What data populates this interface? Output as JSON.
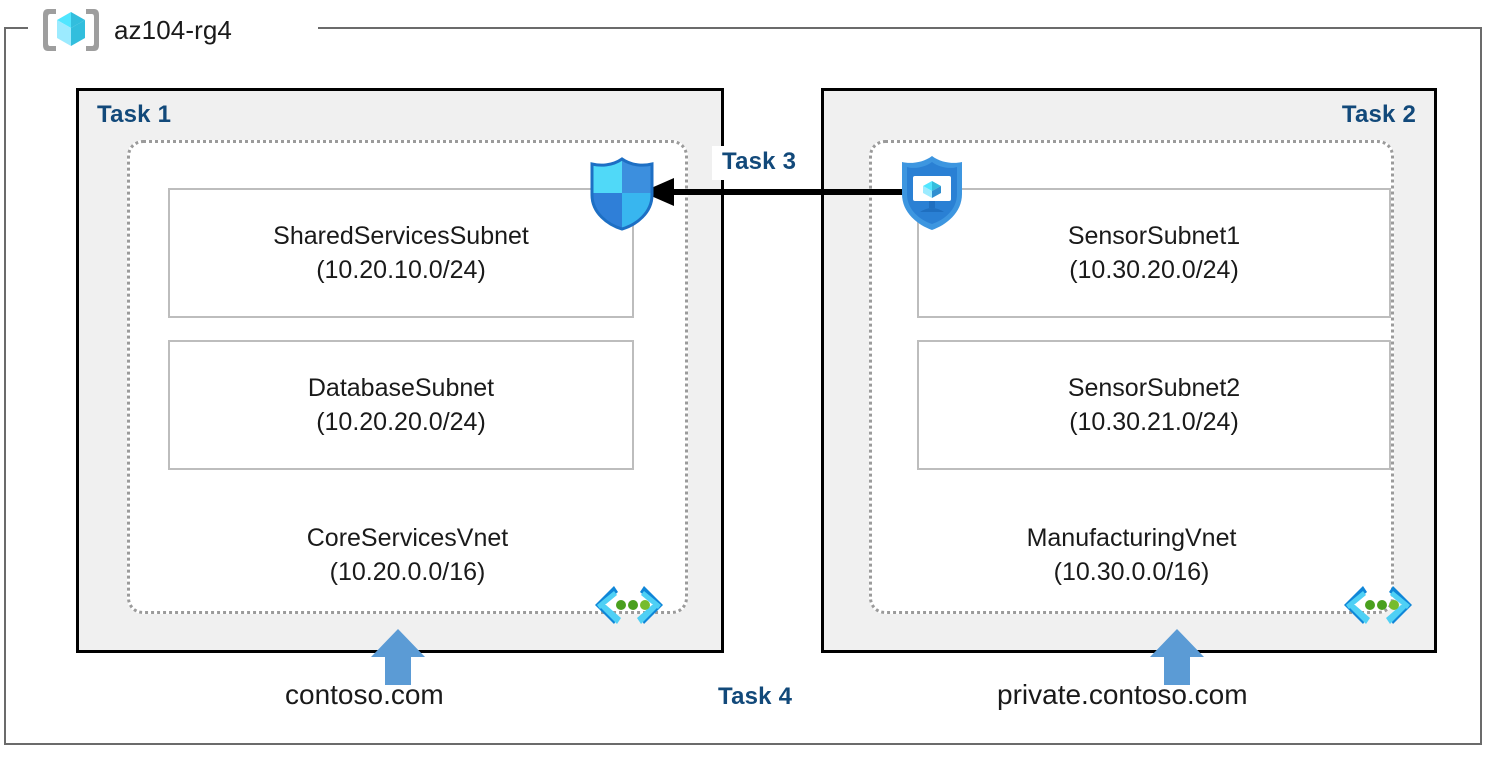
{
  "resource_group": {
    "name": "az104-rg4",
    "icon": "resource-group-cube-icon"
  },
  "tasks": {
    "task1_label": "Task 1",
    "task2_label": "Task 2",
    "task3_label": "Task 3",
    "task4_label": "Task 4"
  },
  "vnets": [
    {
      "id": "core-services",
      "name": "CoreServicesVnet",
      "cidr": "(10.20.0.0/16)",
      "icon": "virtual-network-icon",
      "subnets": [
        {
          "name": "SharedServicesSubnet",
          "cidr": "(10.20.10.0/24)"
        },
        {
          "name": "DatabaseSubnet",
          "cidr": "(10.20.20.0/24)"
        }
      ]
    },
    {
      "id": "manufacturing",
      "name": "ManufacturingVnet",
      "cidr": "(10.30.0.0/16)",
      "icon": "virtual-network-icon",
      "subnets": [
        {
          "name": "SensorSubnet1",
          "cidr": "(10.30.20.0/24)"
        },
        {
          "name": "SensorSubnet2",
          "cidr": "(10.30.21.0/24)"
        }
      ]
    }
  ],
  "icons": {
    "firewall_shield": "shield-icon",
    "endpoint_shield": "shield-endpoint-monitor-icon",
    "vnet_brackets": "virtual-network-brackets-icon",
    "peering_arrow": "left-arrow-icon",
    "dns_arrow": "up-arrow-icon"
  },
  "dns_zones": [
    {
      "name": "contoso.com"
    },
    {
      "name": "private.contoso.com"
    }
  ],
  "colors": {
    "task_label": "#12497a",
    "panel_background": "#f0f0f0",
    "panel_border": "#000000",
    "vnet_border": "#9b9b9b",
    "subnet_border": "#bdbdbd",
    "rg_border": "#6b6b6b",
    "dns_arrow": "#5b9bd5",
    "shield_light": "#50c5f0",
    "shield_dark": "#2f7fd8",
    "bracket_blue": "#0f86d8",
    "bracket_cyan": "#4fd0f5",
    "bracket_dot_green": "#4aa01e",
    "arrow_black": "#000000"
  }
}
